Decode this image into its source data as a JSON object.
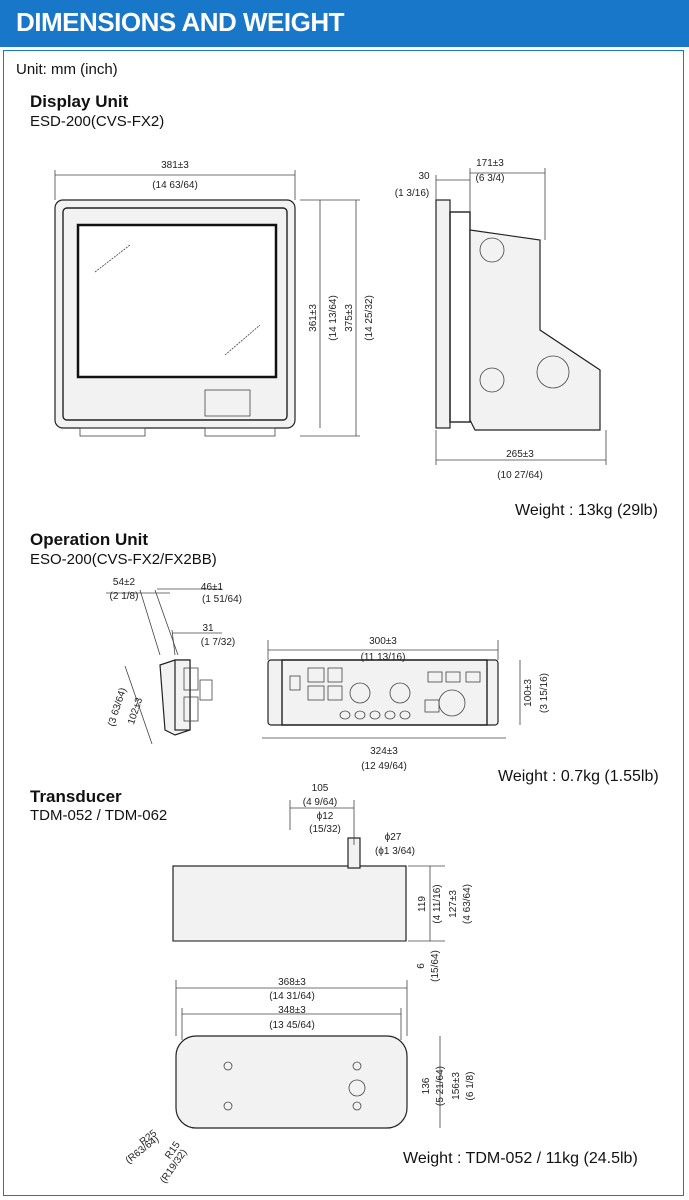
{
  "header": {
    "title": "DIMENSIONS AND WEIGHT"
  },
  "unit_note": "Unit: mm (inch)",
  "display_unit": {
    "heading": "Display Unit",
    "model": "ESD-200(CVS-FX2)",
    "weight": "Weight : 13kg (29lb)",
    "dims": {
      "width_mm": "381±3",
      "width_in": "(14 63/64)",
      "h1_mm": "361±3",
      "h1_in": "(14 13/64)",
      "h2_mm": "375±3",
      "h2_in": "(14 25/32)",
      "side_top_mm": "30",
      "side_top_in": "(1 3/16)",
      "side_depth_mm": "171±3",
      "side_depth_in": "(6 3/4)",
      "side_bottom_mm": "265±3",
      "side_bottom_in": "(10 27/64)"
    }
  },
  "operation_unit": {
    "heading": "Operation Unit",
    "model": "ESO-200(CVS-FX2/FX2BB)",
    "weight": "Weight : 0.7kg (1.55lb)",
    "dims": {
      "a_mm": "54±2",
      "a_in": "(2 1/8)",
      "b_mm": "46±1",
      "b_in": "(1 51/64)",
      "c_mm": "31",
      "c_in": "(1 7/32)",
      "d_mm": "102±3",
      "d_in": "(3 63/64)",
      "w_mm": "300±3",
      "w_in": "(11 13/16)",
      "h_mm": "100±3",
      "h_in": "(3 15/16)",
      "w2_mm": "324±3",
      "w2_in": "(12 49/64)"
    }
  },
  "transducer": {
    "heading": "Transducer",
    "model": "TDM-052 / TDM-062",
    "weight": "Weight : TDM-052 / 11kg (24.5lb)",
    "dims": {
      "a_mm": "105",
      "a_in": "(4 9/64)",
      "b_mm": "ϕ12",
      "b_in": "(15/32)",
      "c_mm": "ϕ27",
      "c_in": "(ϕ1 3/64)",
      "h1_mm": "119",
      "h1_in": "(4 11/16)",
      "h2_mm": "127±3",
      "h2_in": "(4 63/64)",
      "t_mm": "6",
      "t_in": "(15/64)",
      "w1_mm": "368±3",
      "w1_in": "(14 31/64)",
      "w2_mm": "348±3",
      "w2_in": "(13 45/64)",
      "d1_mm": "136",
      "d1_in": "(5 21/64)",
      "d2_mm": "156±3",
      "d2_in": "(6 1/8)",
      "r1": "R25",
      "r1_in": "(R63/64)",
      "r2": "R15",
      "r2_in": "(R19/32)"
    }
  }
}
